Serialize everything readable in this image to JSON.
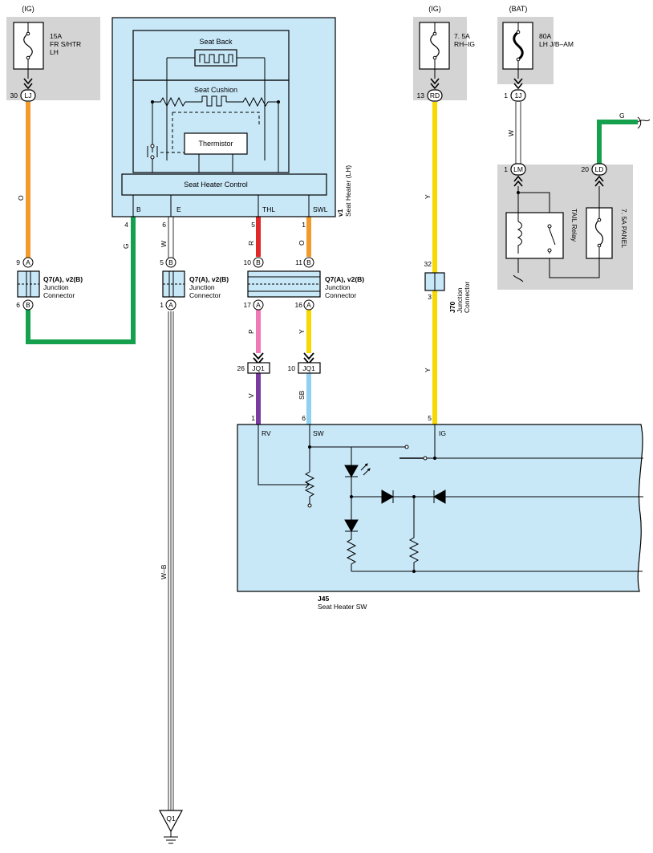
{
  "power_sources": {
    "ig_left": "(IG)",
    "ig_mid": "(IG)",
    "bat": "(BAT)"
  },
  "fuses": {
    "fr_shtr": {
      "amp": "15A",
      "name": "FR S/HTR",
      "side": "LH"
    },
    "rh_ig": {
      "amp": "7. 5A",
      "name": "RH–IG"
    },
    "lh_jb_am": {
      "amp": "80A",
      "name": "LH J/B–AM"
    },
    "panel": "7. 5A PANEL"
  },
  "connectors": {
    "lj": {
      "pin": "30",
      "name": "LJ"
    },
    "rd": {
      "pin": "13",
      "name": "RD"
    },
    "1j": {
      "pin": "1",
      "name": "1J"
    },
    "lm": {
      "pin": "1",
      "name": "LM"
    },
    "ld": {
      "pin": "20",
      "name": "LD"
    },
    "jq1_left": {
      "pin": "26",
      "name": "JQ1"
    },
    "jq1_right": {
      "pin": "10",
      "name": "JQ1"
    }
  },
  "seat_heater": {
    "id": "v1",
    "name": "Seat Heater (LH)",
    "seat_back": "Seat Back",
    "seat_cushion": "Seat Cushion",
    "thermistor": "Thermistor",
    "control": "Seat Heater Control",
    "terminals": [
      {
        "pin": "4",
        "name": "B"
      },
      {
        "pin": "6",
        "name": "E"
      },
      {
        "pin": "5",
        "name": "THL"
      },
      {
        "pin": "1",
        "name": "SWL"
      }
    ]
  },
  "junction_connectors": {
    "q7_left": {
      "id": "Q7(A), v2(B)",
      "line1": "Junction",
      "line2": "Connector",
      "top_pin": "9",
      "top_letter": "A",
      "bottom_pin": "6",
      "bottom_letter": "B"
    },
    "q7_mid": {
      "id": "Q7(A), v2(B)",
      "line1": "Junction",
      "line2": "Connector",
      "top_pin": "5",
      "top_letter": "B",
      "bottom_pin": "1",
      "bottom_letter": "A"
    },
    "q7_right": {
      "id": "Q7(A), v2(B)",
      "line1": "Junction",
      "line2": "Connector",
      "top_pin_a": "10",
      "top_letter_a": "B",
      "top_pin_b": "11",
      "top_letter_b": "B",
      "bottom_pin_a": "17",
      "bottom_letter_a": "A",
      "bottom_pin_b": "16",
      "bottom_letter_b": "A"
    },
    "j70": {
      "id": "J70",
      "line1": "Junction",
      "line2": "Connector",
      "top_pin": "32",
      "bottom_pin": "3"
    }
  },
  "wire_colors": {
    "orange": "O",
    "green": "G",
    "white": "W",
    "red": "R",
    "yellow": "Y",
    "pink": "P",
    "violet": "V",
    "sky_blue": "SB",
    "white_black": "W–B"
  },
  "switch": {
    "id": "J45",
    "name": "Seat Heater SW",
    "terminals": [
      {
        "pin": "1",
        "name": "RV"
      },
      {
        "pin": "6",
        "name": "SW"
      },
      {
        "pin": "5",
        "name": "IG"
      }
    ]
  },
  "tail_relay": "TAIL Relay",
  "ground": "Q1",
  "colors": {
    "block_fill": "#c8e8f8",
    "fuse_area": "#d4d4d4",
    "orange": "#f39a2c",
    "green": "#14a04c",
    "red": "#e02828",
    "yellow": "#f7d800",
    "pink": "#f07ab8",
    "violet": "#7a3aa0",
    "sky_blue": "#8fd2f0"
  }
}
